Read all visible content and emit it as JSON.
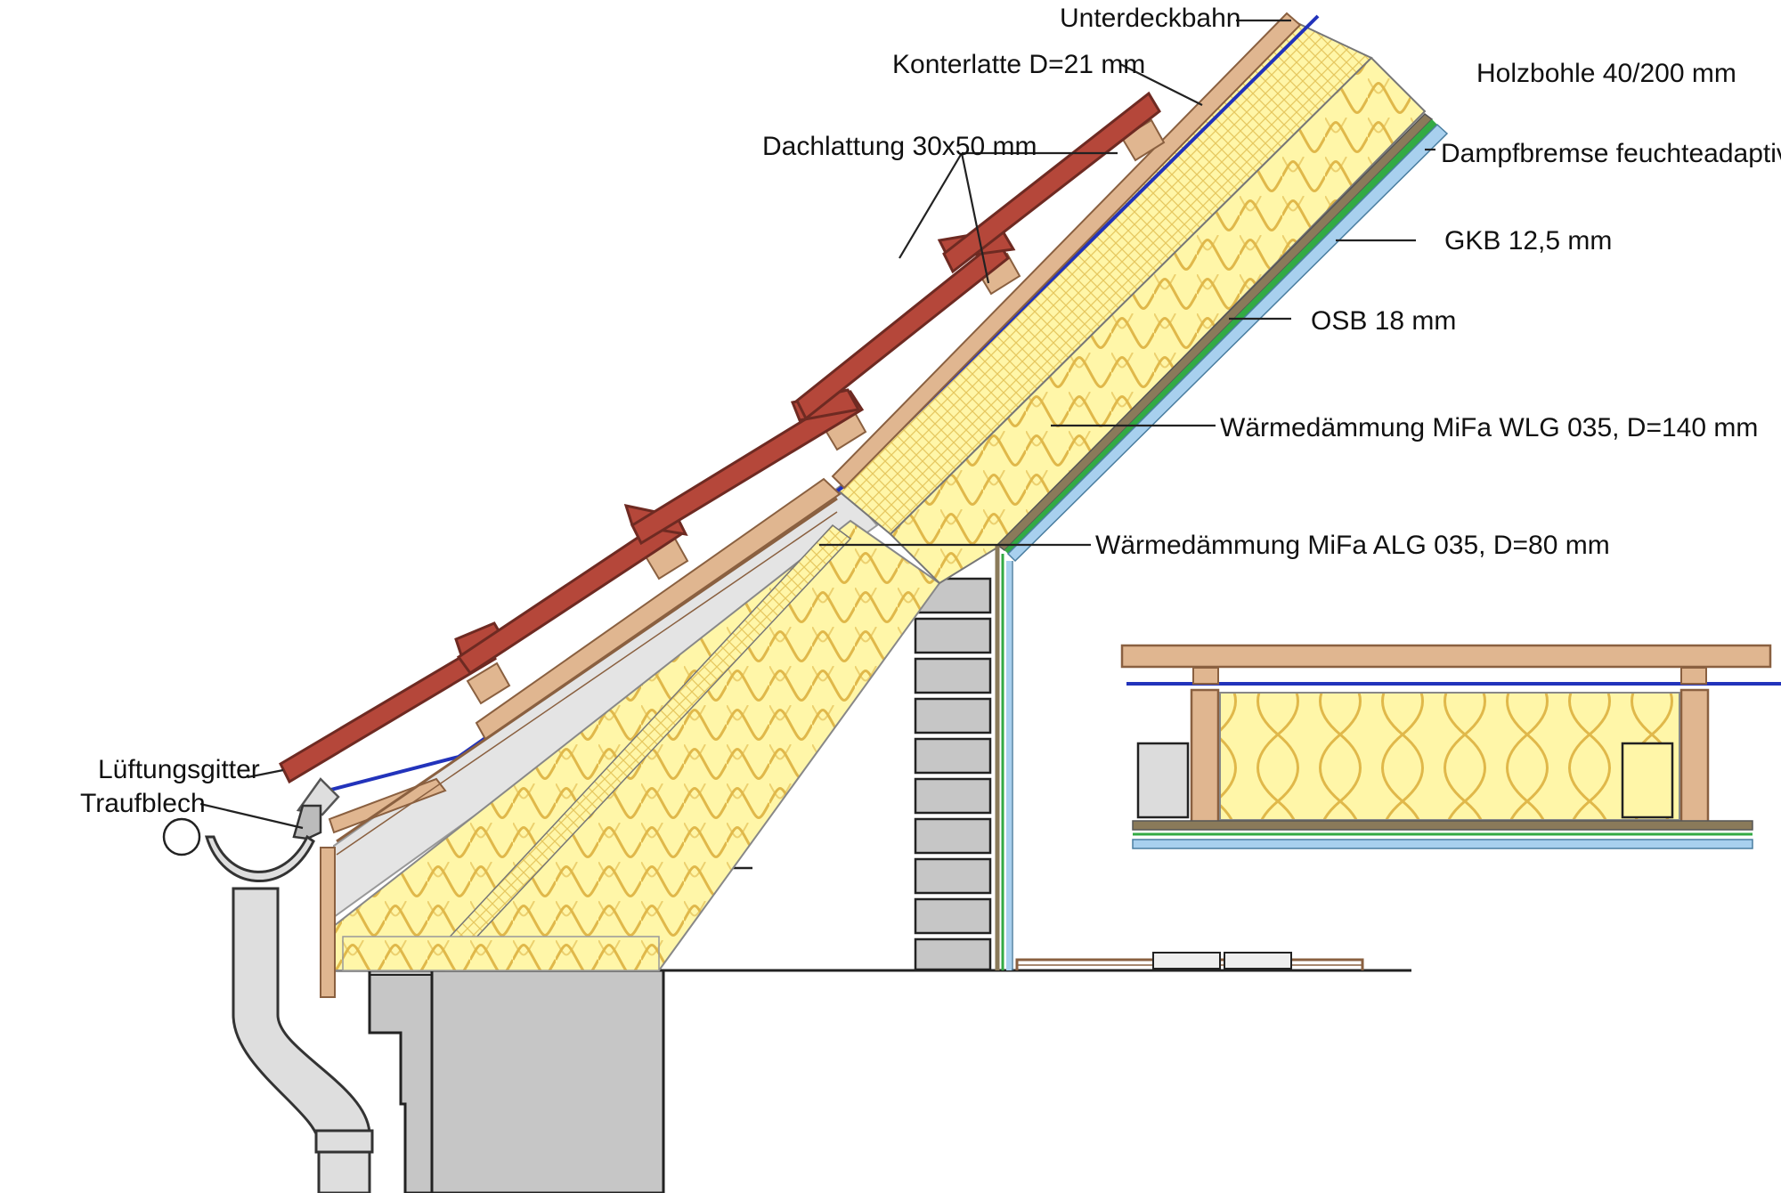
{
  "labels": {
    "unterdeckbahn": "Unterdeckbahn",
    "konterlatte": "Konterlatte D=21 mm",
    "holzbohle": "Holzbohle 40/200 mm",
    "dachlattung": "Dachlattung 30x50 mm",
    "dampfbremse": "Dampfbremse feuchteadaptiv",
    "gkb": "GKB 12,5 mm",
    "osb": "OSB 18 mm",
    "wlg": "Wärmedämmung MiFa WLG 035, D=140 mm",
    "alg": "Wärmedämmung MiFa ALG 035, D=80 mm",
    "lueftungsgitter": "Lüftungsgitter",
    "traufblech": "Traufblech"
  },
  "colors": {
    "roof_tile": "#b5473a",
    "tile_edge": "#6e2a22",
    "wood": "#e0b690",
    "wood_edge": "#8a6040",
    "insulation": "#fff6a8",
    "insulation_line": "#e0b84a",
    "membrane_blue": "#2233bb",
    "gypsum_blue": "#a8d0ee",
    "green_line": "#33aa44",
    "masonry": "#c6c6c6",
    "gutter_grey": "#dedede",
    "line": "#222222"
  },
  "icons": {
    "detail_marker": "circle-marker-icon"
  }
}
